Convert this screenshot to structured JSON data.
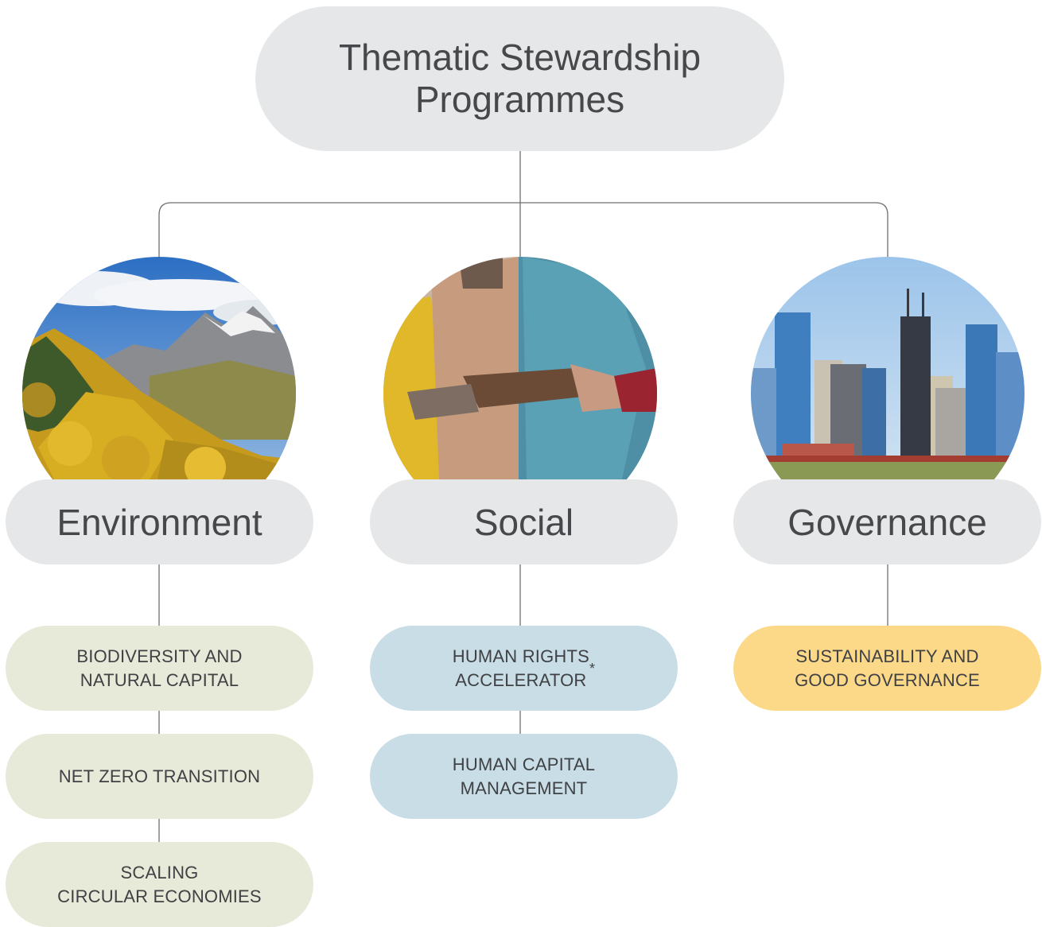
{
  "title": "Thematic Stewardship Programmes",
  "categories": [
    {
      "name": "Environment",
      "image": "mountain-forest-photo",
      "programmes": [
        "BIODIVERSITY AND\nNATURAL CAPITAL",
        "NET ZERO TRANSITION",
        "SCALING\nCIRCULAR ECONOMIES"
      ]
    },
    {
      "name": "Social",
      "image": "joined-hands-photo",
      "programmes": [
        "HUMAN RIGHTS\nACCELERATOR",
        "HUMAN CAPITAL\nMANAGEMENT"
      ],
      "first_programme_marker": "*"
    },
    {
      "name": "Governance",
      "image": "city-skyline-photo",
      "programmes": [
        "SUSTAINABILITY AND\nGOOD GOVERNANCE"
      ]
    }
  ],
  "colors": {
    "node_grey": "#e6e7e8",
    "environment": "#e7e9d9",
    "social": "#c9dde6",
    "governance": "#fcd889",
    "connector": "#6d6f72"
  }
}
